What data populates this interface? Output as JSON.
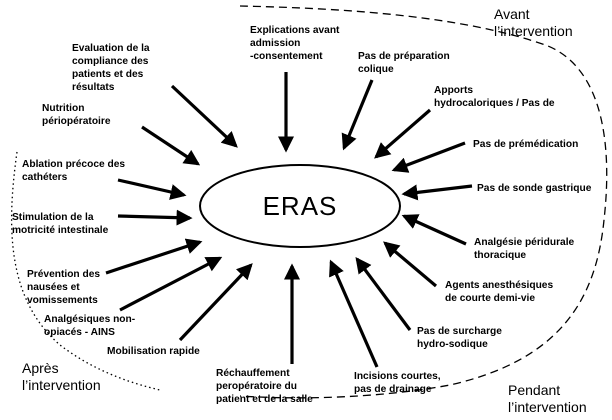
{
  "center_label": "ERAS",
  "phases": {
    "before": "Avant\nl’intervention",
    "during": "Pendant\nl’intervention",
    "after": "Après\nl’intervention"
  },
  "items": [
    "Explications avant\nadmission\n-consentement",
    "Pas de préparation\ncolique",
    "Apports\nhydrocaloriques / Pas de",
    "Pas de prémédication",
    "Pas de sonde gastrique",
    "Analgésie péridurale\nthoracique",
    "Agents anesthésiques\nde courte demi-vie",
    "Pas de surcharge\nhydro-sodique",
    "Incisions courtes,\npas de drainage",
    "Réchauffement\nperopératoire du\npatient et de la salle",
    "Mobilisation rapide",
    "Analgésiques non-\nopiacés - AINS",
    "Prévention des\nnausées et\nvomissements",
    "Stimulation de la\nmotricité intestinale",
    "Ablation précoce des\ncathéters",
    "Nutrition\npériopératoire",
    "Evaluation de la\ncompliance des\npatients et des\nrésultats"
  ]
}
